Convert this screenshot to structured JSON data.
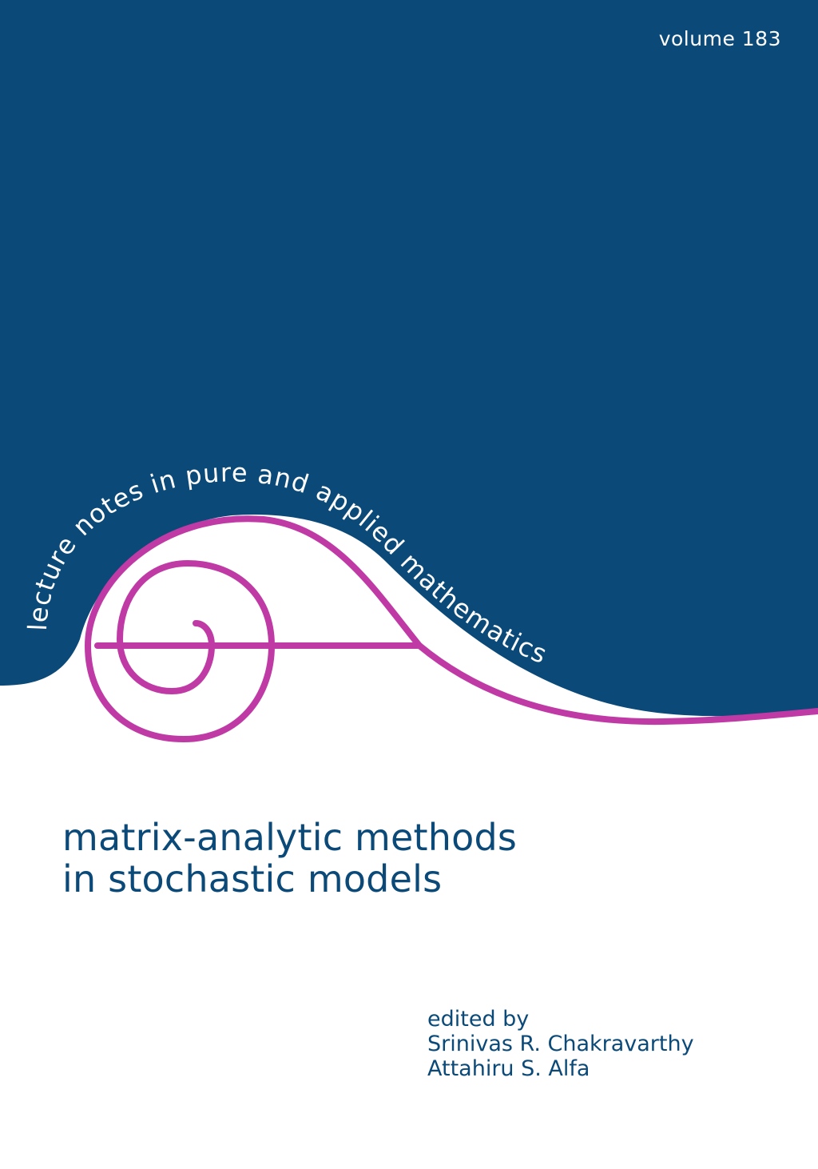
{
  "cover": {
    "volume": "volume 183",
    "series": "lecture notes in pure and applied mathematics",
    "title_lines": [
      "matrix-analytic methods",
      "in stochastic models"
    ],
    "edited_by": "edited by",
    "editors": [
      "Srinivas R. Chakravarthy",
      "Attahiru S. Alfa"
    ]
  },
  "colors": {
    "navy": "#0b4a78",
    "magenta": "#c03aa6",
    "text_light": "#ffffff",
    "background": "#ffffff"
  }
}
